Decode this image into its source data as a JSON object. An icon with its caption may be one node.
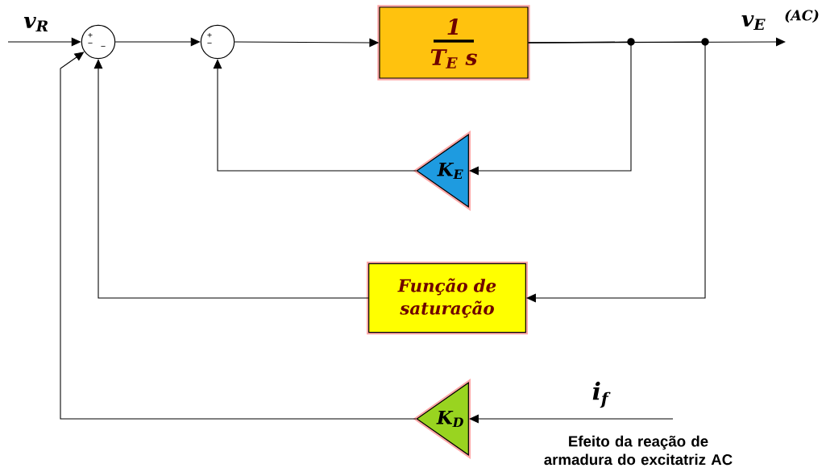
{
  "diagram": {
    "nodes": [
      {
        "text": [
          "+",
          "−",
          "−"
        ]
      },
      {
        "text": [
          "+",
          "−"
        ]
      },
      {
        "text": [
          "1",
          "T$_{E}$ s"
        ]
      },
      {
        "text": [
          "K$_{E}$"
        ]
      },
      {
        "text": [
          "Função de saturação"
        ]
      },
      {
        "text": [
          "K$_{D}$"
        ]
      }
    ],
    "edges": [
      {
        "from": null,
        "to": 0,
        "arrow": "to"
      },
      {
        "from": 0,
        "to": 1,
        "arrow": "to"
      },
      {
        "from": 1,
        "to": 2,
        "arrow": "to"
      },
      {
        "from": 2,
        "to": null,
        "arrow": "to"
      },
      {
        "from": 2,
        "to": 3,
        "arrow": "to"
      },
      {
        "from": 3,
        "to": 1,
        "arrow": "to"
      },
      {
        "from": 2,
        "to": 4,
        "arrow": "to"
      },
      {
        "from": 4,
        "to": 0,
        "arrow": "to"
      },
      {
        "from": null,
        "to": 5,
        "arrow": "to"
      },
      {
        "from": 5,
        "to": 0,
        "arrow": "to"
      }
    ],
    "labels": [
      "v$_{R}$",
      "v$_{E}$",
      "(AC)",
      "i$_{f}$",
      "Efeito da reação de armadura do excitatriz AC"
    ]
  }
}
